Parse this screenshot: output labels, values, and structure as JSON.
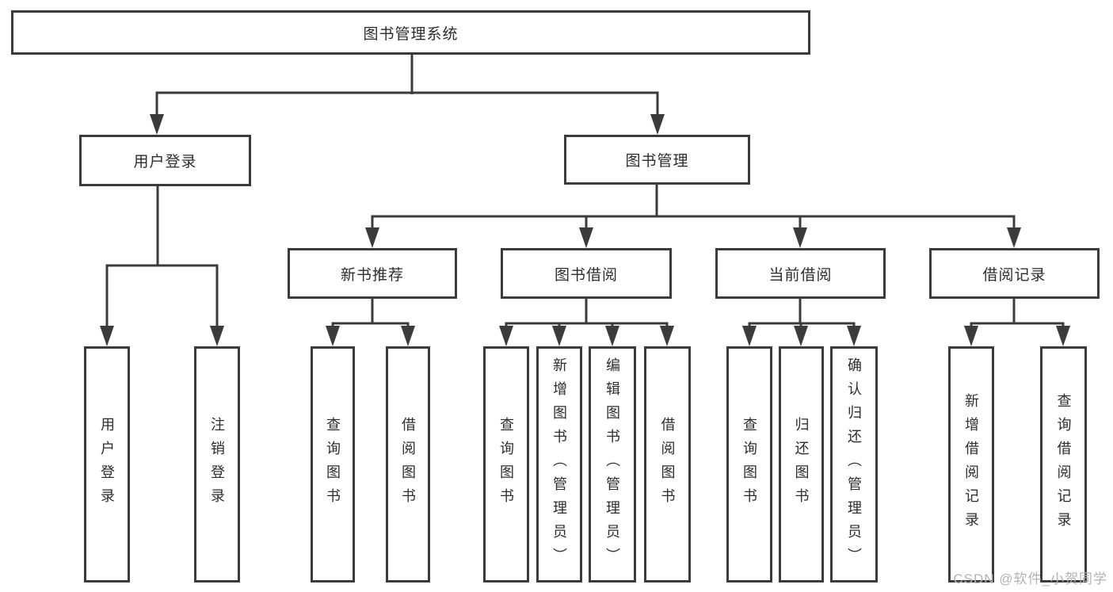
{
  "diagram": {
    "root": {
      "label": "图书管理系统",
      "children": [
        {
          "label": "用户登录",
          "children": [
            {
              "label": "用户登录"
            },
            {
              "label": "注销登录"
            }
          ]
        },
        {
          "label": "图书管理",
          "children": [
            {
              "label": "新书推荐",
              "children": [
                {
                  "label": "查询图书"
                },
                {
                  "label": "借阅图书"
                }
              ]
            },
            {
              "label": "图书借阅",
              "children": [
                {
                  "label": "查询图书"
                },
                {
                  "label": "新增图书（管理员）"
                },
                {
                  "label": "编辑图书（管理员）"
                },
                {
                  "label": "借阅图书"
                }
              ]
            },
            {
              "label": "当前借阅",
              "children": [
                {
                  "label": "查询图书"
                },
                {
                  "label": "归还图书"
                },
                {
                  "label": "确认归还（管理员）"
                }
              ]
            },
            {
              "label": "借阅记录",
              "children": [
                {
                  "label": "新增借阅记录"
                },
                {
                  "label": "查询借阅记录"
                }
              ]
            }
          ]
        }
      ]
    }
  },
  "watermark": {
    "text": "CSDN @软件_小贺同学"
  },
  "colors": {
    "line": "#3b3b3b",
    "text": "#2d2d2d",
    "watermark": "#b3b3b3",
    "background": "#ffffff"
  }
}
